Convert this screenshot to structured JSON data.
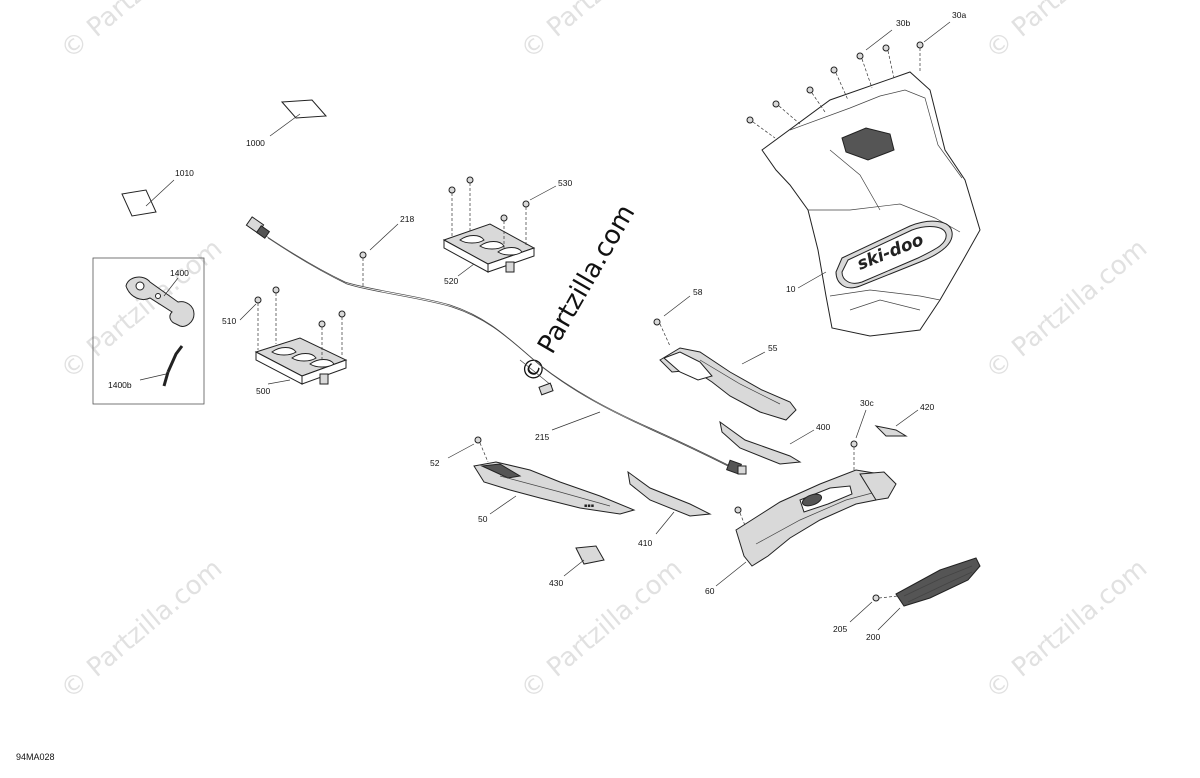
{
  "watermark": "© Partzilla.com",
  "diagram_code": "94MA028",
  "callouts": {
    "c1000": "1000",
    "c1010": "1010",
    "c1400": "1400",
    "c1400b": "1400b",
    "c218": "218",
    "c215": "215",
    "c510": "510",
    "c500": "500",
    "c520": "520",
    "c530": "530",
    "c10": "10",
    "c30a": "30a",
    "c30b": "30b",
    "c58": "58",
    "c55": "55",
    "c30c": "30c",
    "c420": "420",
    "c400": "400",
    "c52": "52",
    "c50": "50",
    "c410": "410",
    "c430": "430",
    "c60": "60",
    "c205": "205",
    "c200": "200"
  },
  "brand_logo_text": "ski-doo"
}
